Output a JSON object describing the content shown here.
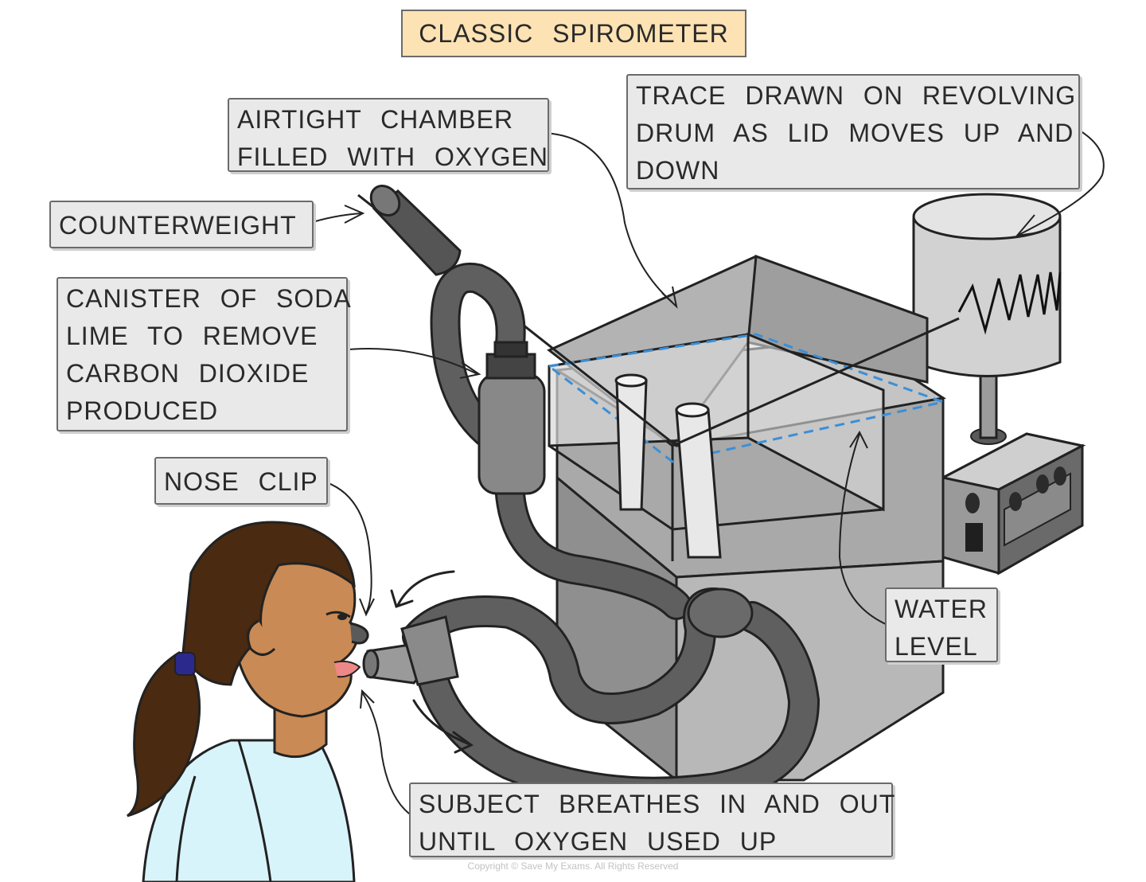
{
  "title": "CLASSIC SPIROMETER",
  "labels": {
    "airtight": [
      "AIRTIGHT CHAMBER",
      "FILLED WITH OXYGEN"
    ],
    "trace": [
      "TRACE DRAWN ON REVOLVING",
      "DRUM AS LID MOVES UP AND",
      "DOWN"
    ],
    "counterweight": [
      "COUNTERWEIGHT"
    ],
    "canister": [
      "CANISTER OF SODA",
      "LIME TO REMOVE",
      "CARBON DIOXIDE",
      "PRODUCED"
    ],
    "nose_clip": [
      "NOSE CLIP"
    ],
    "water_level": [
      "WATER",
      "LEVEL"
    ],
    "subject": [
      "SUBJECT BREATHES IN AND OUT",
      "UNTIL OXYGEN USED UP"
    ]
  },
  "copyright": "Copyright © Save My Exams. All Rights Reserved",
  "colors": {
    "title_bg": "#fde3b4",
    "label_bg": "#e9e9e9",
    "tube": "#5f5f5f",
    "machine": "#bdbdbd",
    "water_line": "#3b8fd6",
    "skin": "#c98a55",
    "hair": "#4a2a10",
    "shirt": "#d8f4fb",
    "hair_tie": "#2b2a8c"
  }
}
